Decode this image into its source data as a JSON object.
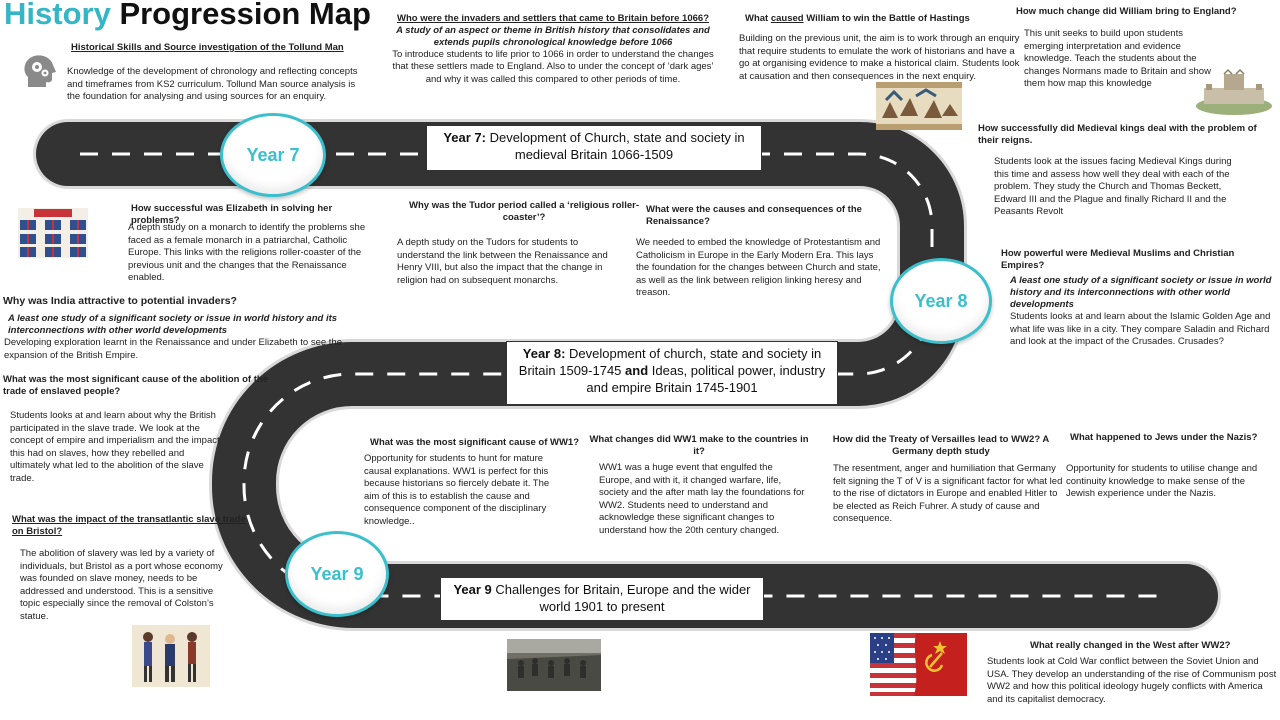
{
  "title": {
    "part1": "History",
    "part2": "Progression Map"
  },
  "badges": {
    "y7": "Year 7",
    "y8": "Year 8",
    "y9": "Year 9"
  },
  "boxes": {
    "y7": {
      "bold": "Year 7:",
      "text": " Development of Church, state and society in medieval Britain 1066-1509"
    },
    "y8": {
      "bold": "Year 8:",
      "text1": " Development of church, state and society in Britain 1509-1745 ",
      "and": "and",
      "text2": " Ideas, political power, industry and empire Britain 1745-1901"
    },
    "y9": {
      "bold": "Year 9",
      "text": " Challenges for Britain, Europe and the wider world 1901 to present"
    }
  },
  "sections": {
    "tollund": {
      "heading": "Historical Skills and Source investigation of the Tollund Man",
      "body": "Knowledge of the development of chronology and reflecting concepts and timeframes from KS2 curriculum. Tollund Man source analysis is the foundation for analysing and using sources for an enquiry."
    },
    "invaders": {
      "heading": "Who were the invaders and settlers that came to Britain before 1066?",
      "italic": "A study of an aspect or theme in British history that consolidates and extends pupils chronological knowledge before 1066",
      "body": "To introduce students to life prior to 1066 in order to understand the changes that these settlers made to England. Also to under the concept of ‘dark ages’ and why it was called this compared to other periods of time."
    },
    "hastings": {
      "heading_pre": "What ",
      "heading_u": "caused",
      "heading_post": " William to win the Battle of Hastings",
      "body": "Building on the previous unit, the aim is to work through an enquiry that require students to emulate the work of historians and have a go at organising evidence to make a historical claim. Students look at causation and then consequences in the next enquiry."
    },
    "william": {
      "heading": "How much change did William bring to England?",
      "body": "This unit seeks to build upon students emerging interpretation and evidence knowledge. Teach the students about the changes Normans made to Britain and show them how map this knowledge"
    },
    "kings": {
      "heading": "How successfully did Medieval kings deal with the problem of their reigns.",
      "body": "Students look at the issues facing Medieval Kings during this time and assess how well they deal with each of the problem. They study the Church and Thomas Beckett, Edward III and the Plague and finally Richard II and the Peasants Revolt"
    },
    "muslims": {
      "heading": "How powerful were Medieval Muslims and Christian Empires?",
      "italic": "A least one study of a significant society or issue in world history and its interconnections with other world developments",
      "body": "Students looks at and learn about the Islamic Golden Age and what life was like in a city. They compare Saladin and Richard and look at the impact of the Crusades. Crusades?"
    },
    "elizabeth": {
      "heading": "How successful was Elizabeth in solving her problems?",
      "body": "A depth study on a monarch to identify the problems she faced as a female monarch in a patriarchal, Catholic Europe. This links with the religions roller-coaster of the previous unit and the changes that the Renaissance enabled."
    },
    "tudor": {
      "heading": "Why was the Tudor period called a ‘religious roller-coaster’?",
      "body": "A depth study on the Tudors for students to understand the link between the Renaissance and Henry VIII, but also the impact that the change in religion had on subsequent monarchs."
    },
    "renaissance": {
      "heading": "What were the causes and consequences of the Renaissance?",
      "body": "We needed to embed the knowledge of Protestantism and Catholicism in Europe in the Early Modern Era. This lays the foundation for the changes between Church and state, as well as the link between religion linking heresy and treason."
    },
    "india": {
      "heading": "Why was India attractive to potential invaders?",
      "italic": "A least one study of a significant society or issue in world history and its interconnections with other world developments",
      "body": "Developing exploration learnt in the Renaissance and under Elizabeth to see the expansion of the British Empire."
    },
    "abolition": {
      "heading": "What was the most significant cause of the abolition of the trade of enslaved people?",
      "body": "Students looks at and learn about why the British participated in the slave trade. We look at the concept of empire and imperialism and the impact this had on slaves, how they rebelled and ultimately what led to the abolition of the slave trade."
    },
    "bristol": {
      "heading": "What was the impact of the transatlantic slave trade on Bristol?",
      "body": "The abolition of slavery was led by a variety of individuals, but Bristol as a port whose economy was founded on slave money, needs to be addressed and understood. This is a sensitive topic especially since the removal of Colston’s statue."
    },
    "ww1cause": {
      "heading": "What was the most significant cause of WW1?",
      "body": "Opportunity for students to hunt for mature causal explanations. WW1 is perfect for this because historians so fiercely debate it. The aim of this is to establish the cause and consequence component of the disciplinary knowledge.."
    },
    "ww1change": {
      "heading": "What changes did WW1 make to the countries in it?",
      "body": "WW1 was a huge event that engulfed the Europe, and with it, it changed warfare, life, society and the after math lay the foundations for WW2. Students need to understand and acknowledge these significant changes to understand how the 20th century changed."
    },
    "versailles": {
      "heading": "How did the Treaty of Versailles lead to WW2? A Germany depth study",
      "body": "The resentment, anger and humiliation that Germany felt signing the T of V is a significant factor for what led to the rise of dictators in Europe and enabled Hitler to be elected as Reich Fuhrer. A study of cause and consequence."
    },
    "jews": {
      "heading": "What happened to Jews under the Nazis?",
      "body": "Opportunity for students to utilise change and continuity knowledge to make sense of the Jewish experience under the Nazis."
    },
    "coldwar": {
      "heading": "What really changed in the West after WW2?",
      "body": "Students look at Cold War conflict between the Soviet Union and USA. They develop an understanding of the rise of Communism post WW2 and how this political ideology hugely conflicts with America and its capitalist democracy."
    }
  },
  "icons": {
    "head": "head-gears-icon",
    "empire": "british-empire-poster",
    "tapestry": "bayeux-tapestry-image",
    "castle": "castle-image",
    "slavery": "slave-trade-image",
    "trench": "trench-photo",
    "flags": "usa-ussr-flags"
  },
  "colors": {
    "accent": "#33b6c6",
    "road": "#333333",
    "roadEdge": "#d9d9d9"
  }
}
